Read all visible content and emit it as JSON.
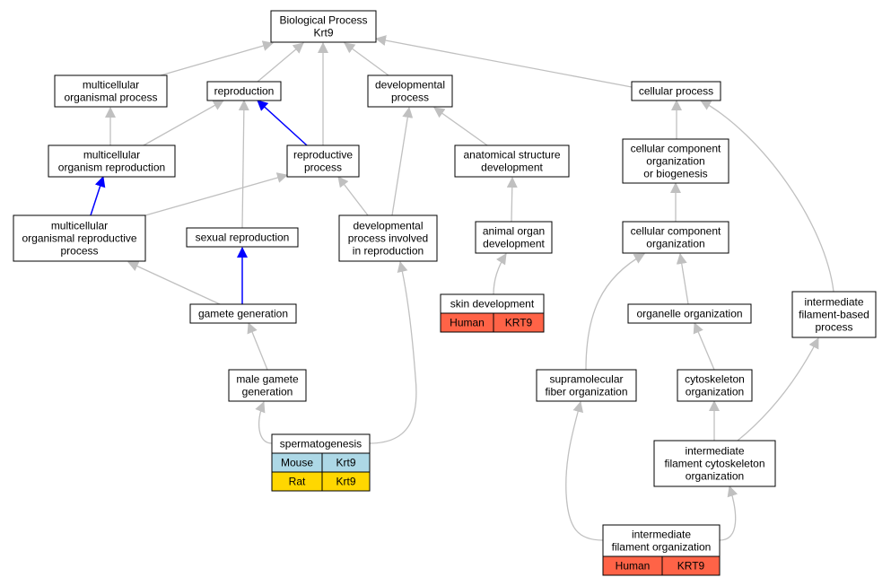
{
  "colors": {
    "edge_default": "#c0c0c0",
    "edge_highlight": "#0000ff",
    "node_border": "#000000",
    "mouse_fill": "#add8e6",
    "rat_fill": "#ffd700",
    "human_fill": "#ff6347"
  },
  "nodes": [
    {
      "id": "bp",
      "lines": [
        "Biological Process",
        "Krt9"
      ]
    },
    {
      "id": "mop",
      "lines": [
        "multicellular",
        "organismal process"
      ]
    },
    {
      "id": "repro",
      "lines": [
        "reproduction"
      ]
    },
    {
      "id": "devp",
      "lines": [
        "developmental",
        "process"
      ]
    },
    {
      "id": "cellp",
      "lines": [
        "cellular process"
      ]
    },
    {
      "id": "mor",
      "lines": [
        "multicellular",
        "organism reproduction"
      ]
    },
    {
      "id": "reproproc",
      "lines": [
        "reproductive",
        "process"
      ]
    },
    {
      "id": "asd",
      "lines": [
        "anatomical structure",
        "development"
      ]
    },
    {
      "id": "ccob",
      "lines": [
        "cellular component",
        "organization",
        "or biogenesis"
      ]
    },
    {
      "id": "morp",
      "lines": [
        "multicellular",
        "organismal reproductive",
        "process"
      ]
    },
    {
      "id": "sexrep",
      "lines": [
        "sexual reproduction"
      ]
    },
    {
      "id": "dpir",
      "lines": [
        "developmental",
        "process involved",
        "in reproduction"
      ]
    },
    {
      "id": "aod",
      "lines": [
        "animal organ",
        "development"
      ]
    },
    {
      "id": "cco",
      "lines": [
        "cellular component",
        "organization"
      ]
    },
    {
      "id": "gamete",
      "lines": [
        "gamete generation"
      ]
    },
    {
      "id": "skin",
      "lines": [
        "skin development"
      ]
    },
    {
      "id": "orgo",
      "lines": [
        "organelle organization"
      ]
    },
    {
      "id": "ifbp",
      "lines": [
        "intermediate",
        "filament-based",
        "process"
      ]
    },
    {
      "id": "mgg",
      "lines": [
        "male gamete",
        "generation"
      ]
    },
    {
      "id": "sfo",
      "lines": [
        "supramolecular",
        "fiber organization"
      ]
    },
    {
      "id": "cyto",
      "lines": [
        "cytoskeleton",
        "organization"
      ]
    },
    {
      "id": "spermato",
      "lines": [
        "spermatogenesis"
      ]
    },
    {
      "id": "ifco",
      "lines": [
        "intermediate",
        "filament cytoskeleton",
        "organization"
      ]
    },
    {
      "id": "ifo",
      "lines": [
        "intermediate",
        "filament organization"
      ]
    }
  ],
  "annotations": [
    {
      "node": "skin",
      "species": "Human",
      "gene": "KRT9",
      "color": "#ff6347"
    },
    {
      "node": "spermato",
      "species": "Mouse",
      "gene": "Krt9",
      "color": "#add8e6"
    },
    {
      "node": "spermato",
      "species": "Rat",
      "gene": "Krt9",
      "color": "#ffd700"
    },
    {
      "node": "ifo",
      "species": "Human",
      "gene": "KRT9",
      "color": "#ff6347"
    }
  ],
  "edges": [
    {
      "from": "mop",
      "to": "bp",
      "highlight": false
    },
    {
      "from": "repro",
      "to": "bp",
      "highlight": false
    },
    {
      "from": "reproproc",
      "to": "bp",
      "highlight": false
    },
    {
      "from": "devp",
      "to": "bp",
      "highlight": false
    },
    {
      "from": "cellp",
      "to": "bp",
      "highlight": false
    },
    {
      "from": "mor",
      "to": "mop",
      "highlight": false
    },
    {
      "from": "mor",
      "to": "repro",
      "highlight": false
    },
    {
      "from": "reproproc",
      "to": "repro",
      "highlight": true
    },
    {
      "from": "sexrep",
      "to": "repro",
      "highlight": false
    },
    {
      "from": "morp",
      "to": "mor",
      "highlight": true
    },
    {
      "from": "morp",
      "to": "reproproc",
      "highlight": false
    },
    {
      "from": "dpir",
      "to": "reproproc",
      "highlight": false
    },
    {
      "from": "dpir",
      "to": "devp",
      "highlight": false
    },
    {
      "from": "asd",
      "to": "devp",
      "highlight": false
    },
    {
      "from": "aod",
      "to": "asd",
      "highlight": false
    },
    {
      "from": "skin",
      "to": "aod",
      "highlight": false
    },
    {
      "from": "gamete",
      "to": "morp",
      "highlight": false
    },
    {
      "from": "gamete",
      "to": "sexrep",
      "highlight": true
    },
    {
      "from": "mgg",
      "to": "gamete",
      "highlight": false
    },
    {
      "from": "spermato",
      "to": "mgg",
      "highlight": false
    },
    {
      "from": "spermato",
      "to": "dpir",
      "highlight": false
    },
    {
      "from": "ccob",
      "to": "cellp",
      "highlight": false
    },
    {
      "from": "ifbp",
      "to": "cellp",
      "highlight": false
    },
    {
      "from": "cco",
      "to": "ccob",
      "highlight": false
    },
    {
      "from": "sfo",
      "to": "cco",
      "highlight": false
    },
    {
      "from": "orgo",
      "to": "cco",
      "highlight": false
    },
    {
      "from": "cyto",
      "to": "orgo",
      "highlight": false
    },
    {
      "from": "ifco",
      "to": "cyto",
      "highlight": false
    },
    {
      "from": "ifco",
      "to": "ifbp",
      "highlight": false
    },
    {
      "from": "ifo",
      "to": "ifco",
      "highlight": false
    },
    {
      "from": "ifo",
      "to": "sfo",
      "highlight": false
    }
  ]
}
